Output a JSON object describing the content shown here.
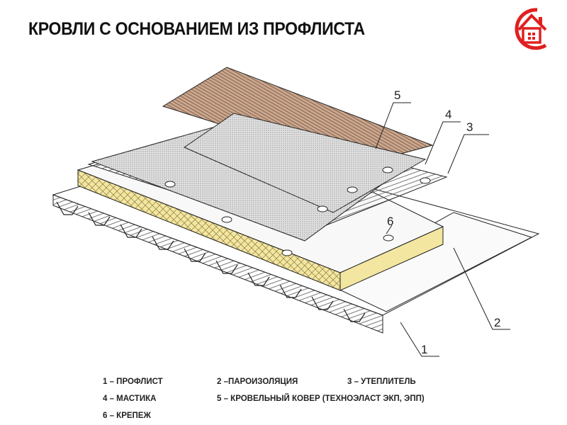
{
  "title": "КРОВЛИ С ОСНОВАНИЕМ ИЗ ПРОФЛИСТА",
  "logo": {
    "icon": "house-icon",
    "color": "#e02020"
  },
  "callouts": [
    "1",
    "2",
    "3",
    "4",
    "5",
    "6"
  ],
  "legend": [
    "1 – ПРОФЛИСТ",
    "2 –ПАРОИЗОЛЯЦИЯ",
    "3 – УТЕПЛИТЕЛЬ",
    "4 – МАСТИКА",
    "5 – КРОВЕЛЬНЫЙ  КОВЕР (ТЕХНОЭЛАСТ ЭКП, ЭПП)",
    "6 – КРЕПЕЖ"
  ],
  "colors": {
    "insulation": "#f3e6a0",
    "carpet_top": "#b58f76",
    "grey": "#cfcfcf"
  }
}
